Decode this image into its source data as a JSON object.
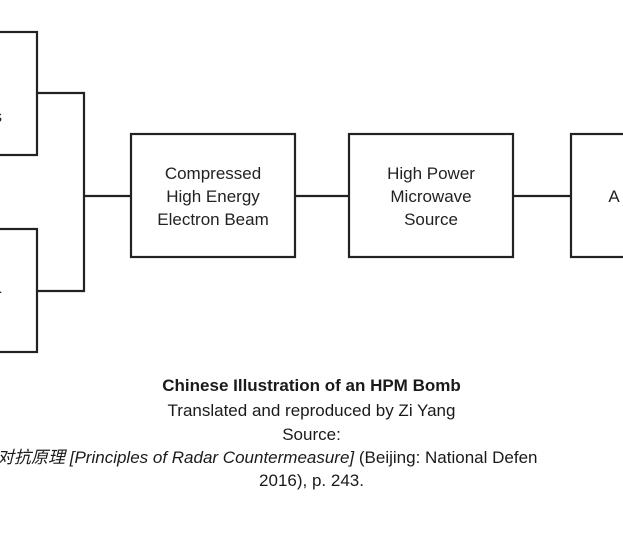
{
  "diagram": {
    "nodes": [
      {
        "id": "left-top",
        "lines": [
          "s"
        ]
      },
      {
        "id": "left-bottom",
        "lines": [
          "-"
        ]
      },
      {
        "id": "compressed-beam",
        "lines": [
          "Compressed",
          "High Energy",
          "Electron Beam"
        ]
      },
      {
        "id": "hpm-source",
        "lines": [
          "High Power",
          "Microwave",
          "Source"
        ]
      },
      {
        "id": "right-partial",
        "lines": [
          "A"
        ]
      }
    ],
    "stroke_color": "#222222"
  },
  "caption": {
    "title": "Chinese Illustration of an HPM Bomb",
    "subtitle": "Translated and reproduced by Zi Yang",
    "source_label": "Source:",
    "citation_cn": "达对抗原理",
    "citation_en": "[Principles of Radar Countermeasure]",
    "citation_publisher": "(Beijing: National Defen",
    "citation_year_page": "2016), p. 243."
  }
}
